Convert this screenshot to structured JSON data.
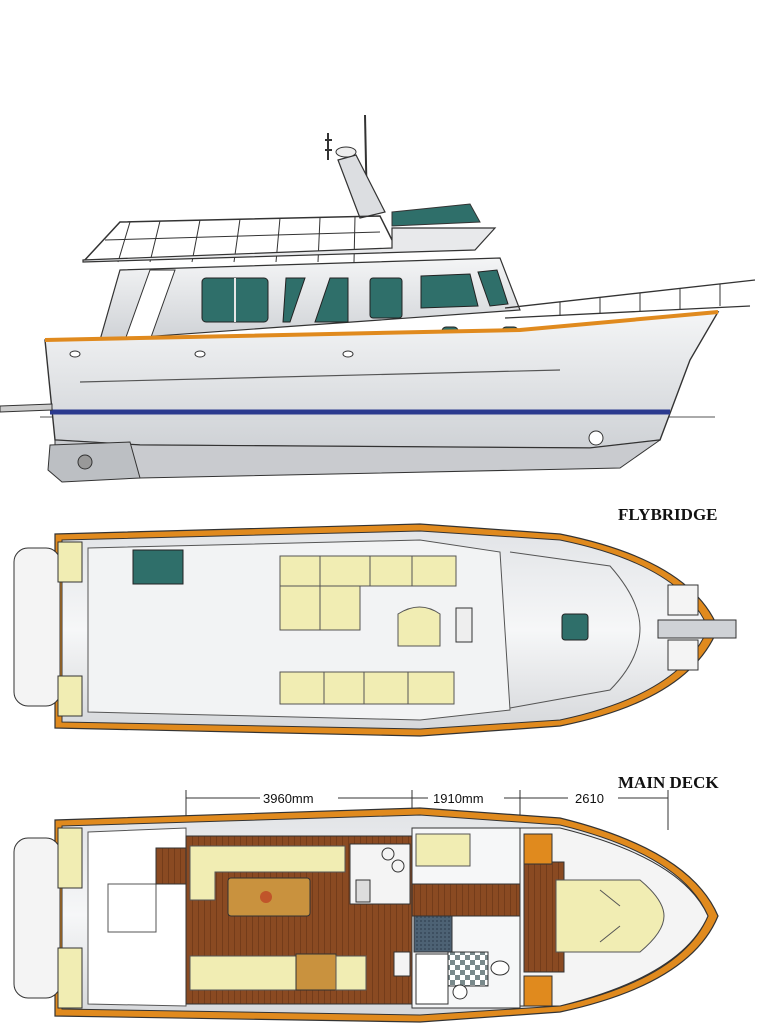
{
  "labels": {
    "flybridge": "FLYBRIDGE",
    "main_deck": "MAIN DECK"
  },
  "dimensions": [
    {
      "text": "3960mm"
    },
    {
      "text": "1910mm"
    },
    {
      "text": "2610"
    }
  ],
  "colors": {
    "hull": "#e6e7e9",
    "hull_shade": "#d4d6d9",
    "trim_orange": "#e08a1e",
    "boot_stripe": "#2b3a8f",
    "glass": "#2f6f6a",
    "cushion": "#f1edb3",
    "teak": "#8a4a22",
    "outline": "#333333"
  }
}
